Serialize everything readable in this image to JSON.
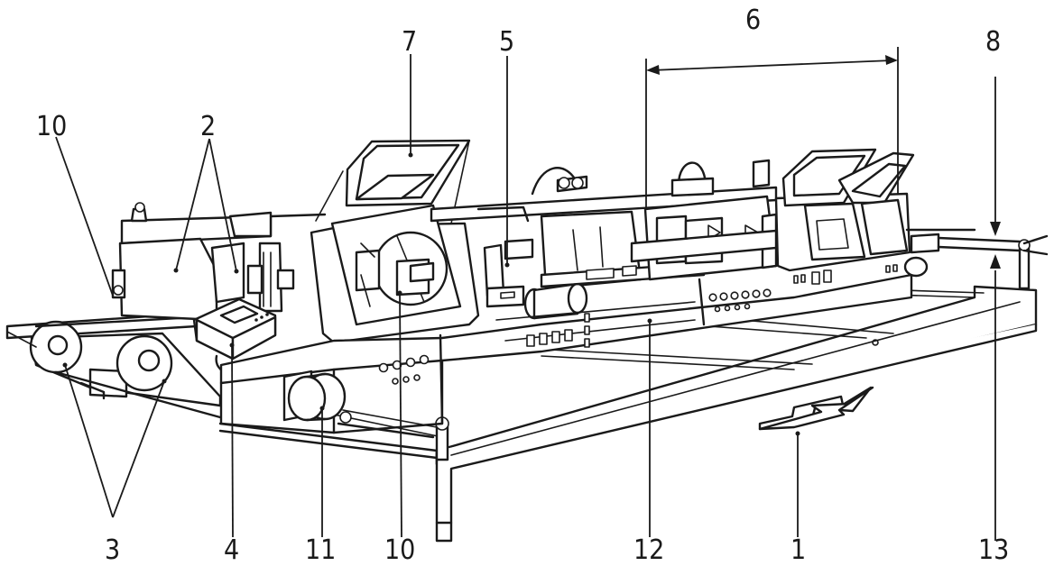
{
  "callouts": {
    "c1": "1",
    "c2": "2",
    "c3": "3",
    "c4": "4",
    "c5": "5",
    "c6": "6",
    "c7": "7",
    "c8": "8",
    "c10_left": "10",
    "c10_bottom": "10",
    "c11": "11",
    "c12": "12",
    "c13": "13"
  },
  "colors": {
    "ink": "#1a1a1a",
    "paper": "#ffffff"
  }
}
